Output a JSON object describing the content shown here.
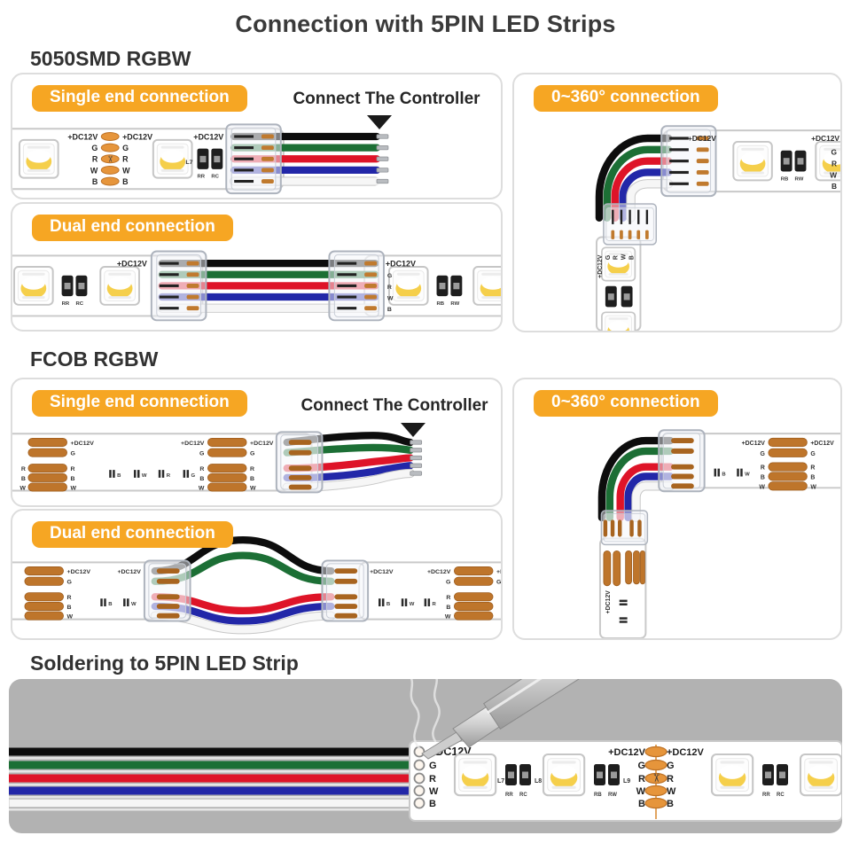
{
  "title": "Connection with 5PIN LED Strips",
  "sections": {
    "smd": {
      "heading": "5050SMD RGBW"
    },
    "fcob": {
      "heading": "FCOB RGBW"
    },
    "soldering": {
      "heading": "Soldering to 5PIN LED Strip"
    }
  },
  "labels": {
    "single_end": "Single end connection",
    "dual_end": "Dual end connection",
    "angle": "0~360° connection",
    "controller_note": "Connect The Controller"
  },
  "strip": {
    "pads": [
      "+DC12V",
      "G",
      "R",
      "W",
      "B"
    ],
    "res_pair_1": [
      "RR",
      "RC"
    ],
    "res_pair_2": [
      "RB",
      "RW"
    ],
    "chips": [
      "L7",
      "L8",
      "L9"
    ],
    "scissors": "✂"
  },
  "fcob": {
    "top_pads": [
      "+DC12V",
      "G"
    ],
    "bottom_pads": [
      "R",
      "B",
      "W"
    ],
    "chip_marks": [
      "B",
      "W",
      "R",
      "G"
    ]
  },
  "colors": {
    "badge_orange": "#F6A623",
    "wire_black": "#0d0d0d",
    "wire_green": "#1C6F35",
    "wire_red": "#DE1428",
    "wire_blue": "#2227A8",
    "wire_white": "#F6F6F6",
    "pad_orange_5050": "#E6953B",
    "pad_orange_fcob": "#BE752B",
    "panel_border": "#DDDDDD",
    "soldering_bg": "#B2B2B2"
  }
}
